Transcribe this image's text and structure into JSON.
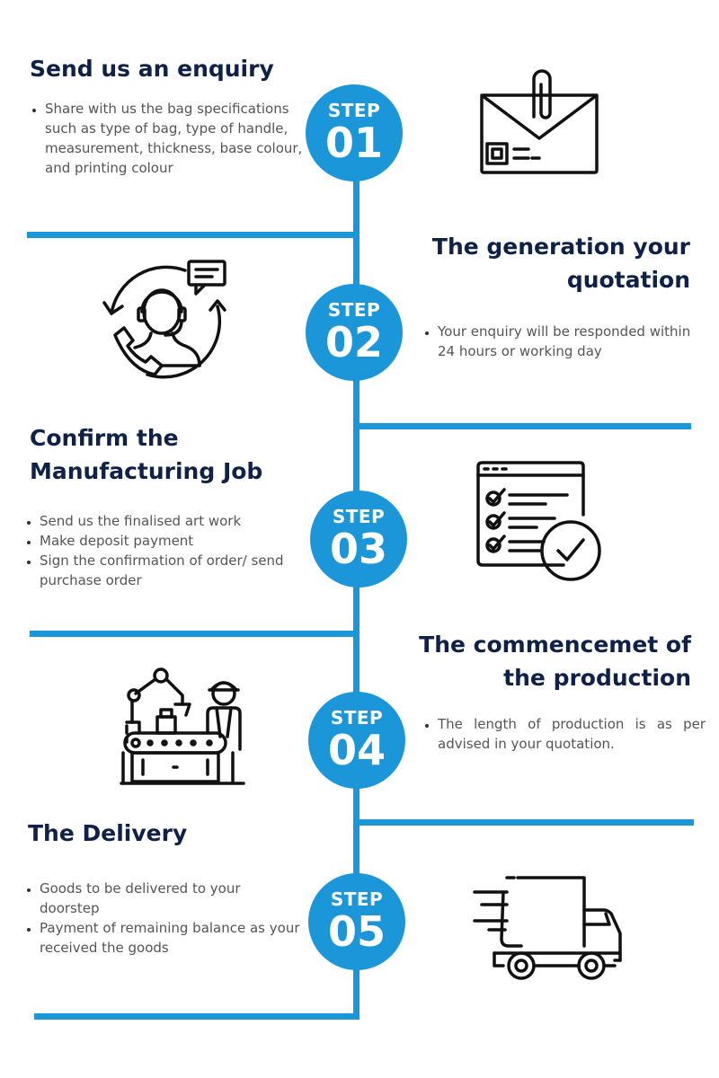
{
  "steps": [
    {
      "label": "STEP",
      "number": "01",
      "title": "Send us an enquiry",
      "points": [
        "Share with us the bag specifications such as type of bag, type of handle, measurement, thickness, base colour, and printing colour"
      ],
      "icon": "envelope-icon"
    },
    {
      "label": "STEP",
      "number": "02",
      "title": "The generation your quotation",
      "points": [
        "Your enquiry will be responded within 24 hours or working day"
      ],
      "icon": "customer-support-icon"
    },
    {
      "label": "STEP",
      "number": "03",
      "title": "Confirm the Manufacturing Job",
      "points": [
        "Send us the finalised art work",
        "Make deposit payment",
        "Sign the confirmation of order/ send purchase order"
      ],
      "icon": "checklist-icon"
    },
    {
      "label": "STEP",
      "number": "04",
      "title": "The commencemet of the production",
      "points": [
        "The length of production is as per advised in your quotation."
      ],
      "icon": "factory-production-icon"
    },
    {
      "label": "STEP",
      "number": "05",
      "title": "The Delivery",
      "points": [
        "Goods to be delivered to your doorstep",
        "Payment of remaining balance as your received the goods"
      ],
      "icon": "delivery-truck-icon"
    }
  ],
  "colors": {
    "accent": "#1a96d9",
    "title": "#0f2148",
    "text": "#555555"
  }
}
